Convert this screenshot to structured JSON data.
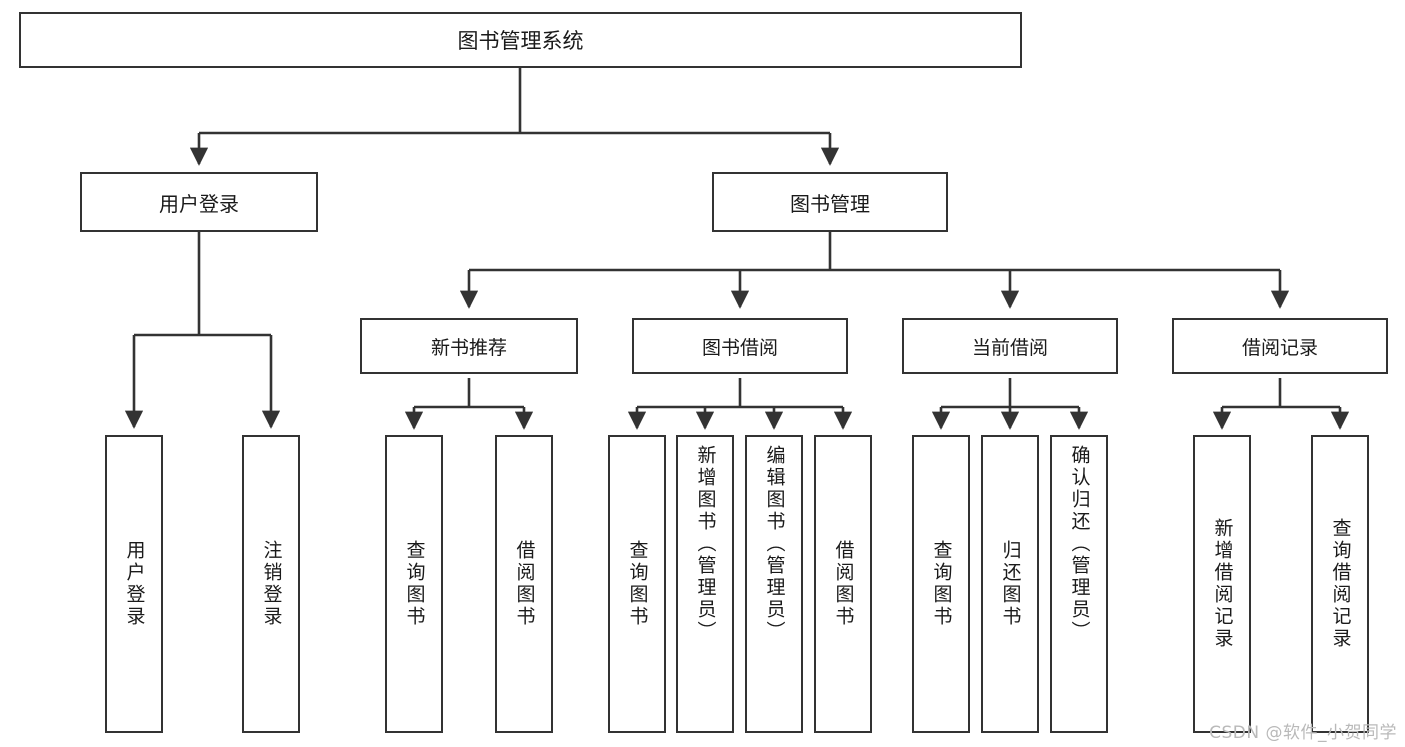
{
  "diagram": {
    "type": "tree-hierarchy-chart",
    "title": "图书管理系统",
    "root": {
      "label": "图书管理系统"
    },
    "level1": [
      {
        "label": "用户登录"
      },
      {
        "label": "图书管理"
      }
    ],
    "level2": [
      {
        "label": "新书推荐"
      },
      {
        "label": "图书借阅"
      },
      {
        "label": "当前借阅"
      },
      {
        "label": "借阅记录"
      }
    ],
    "leaves": [
      {
        "label": "用户登录",
        "parent": "用户登录"
      },
      {
        "label": "注销登录",
        "parent": "用户登录"
      },
      {
        "label": "查询图书",
        "parent": "新书推荐"
      },
      {
        "label": "借阅图书",
        "parent": "新书推荐"
      },
      {
        "label": "查询图书",
        "parent": "图书借阅"
      },
      {
        "label": "新增图书（管理员）",
        "parent": "图书借阅"
      },
      {
        "label": "编辑图书（管理员）",
        "parent": "图书借阅"
      },
      {
        "label": "借阅图书",
        "parent": "图书借阅"
      },
      {
        "label": "查询图书",
        "parent": "当前借阅"
      },
      {
        "label": "归还图书",
        "parent": "当前借阅"
      },
      {
        "label": "确认归还（管理员）",
        "parent": "当前借阅"
      },
      {
        "label": "新增借阅记录",
        "parent": "借阅记录"
      },
      {
        "label": "查询借阅记录",
        "parent": "借阅记录"
      }
    ]
  },
  "watermark": {
    "text": "CSDN @软件_小贺同学"
  },
  "colors": {
    "stroke": "#333333",
    "background": "#ffffff",
    "text": "#1a1a1a",
    "watermark": "#b9b9b9"
  }
}
